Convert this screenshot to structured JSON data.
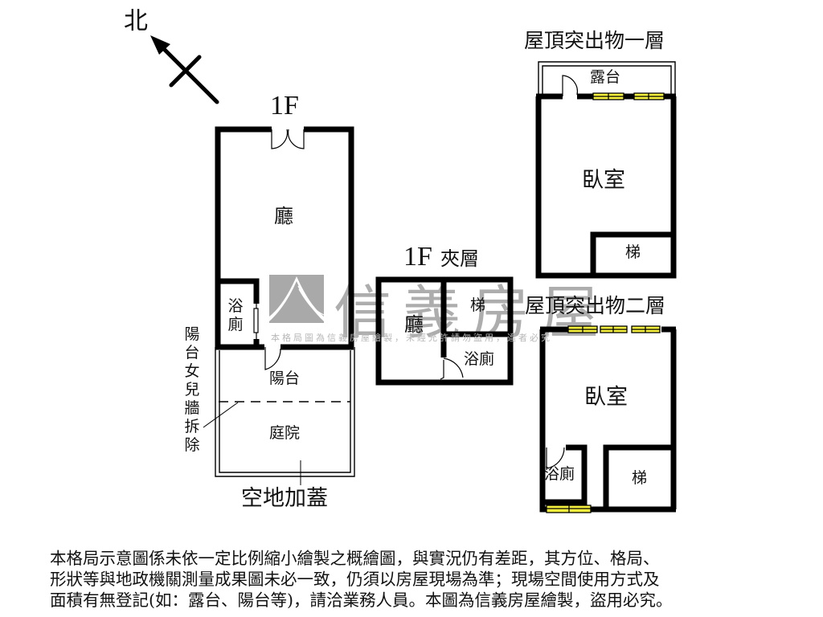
{
  "compass": {
    "north_label": "北"
  },
  "watermark": {
    "brand": "信義房屋",
    "subtitle": "本格局圖為信義房屋繪製，未經允許請勿盜用，違者必究",
    "color": "#a9a9a9"
  },
  "floors": {
    "ground": {
      "title": "1F",
      "rooms": {
        "living": "廳",
        "bath": "浴廁",
        "balcony": "陽台",
        "yard": "庭院"
      },
      "annotations": {
        "parapet_removed": "陽台女兒牆拆除",
        "vacant_land_addition": "空地加蓋"
      }
    },
    "mezzanine": {
      "title": "1F",
      "subtitle": "夾層",
      "rooms": {
        "living": "廳",
        "stairs": "梯",
        "bath": "浴廁"
      }
    },
    "roof1": {
      "title": "屋頂突出物一層",
      "rooms": {
        "terrace": "露台",
        "bedroom": "臥室",
        "stairs": "梯"
      }
    },
    "roof2": {
      "title": "屋頂突出物二層",
      "rooms": {
        "bedroom": "臥室",
        "bath": "浴廁",
        "stairs": "梯"
      }
    }
  },
  "colors": {
    "wall": "#000000",
    "window_fill": "#f5f03c",
    "background": "#ffffff"
  },
  "disclaimer": "本格局示意圖係未依一定比例縮小繪製之概繪圖，與實況仍有差距，其方位、格局、\n形狀等與地政機關測量成果圖未必一致，仍須以房屋現場為準；現場空間使用方式及\n面積有無登記(如：露台、陽台等)，請洽業務人員。本圖為信義房屋繪製，盜用必究。"
}
